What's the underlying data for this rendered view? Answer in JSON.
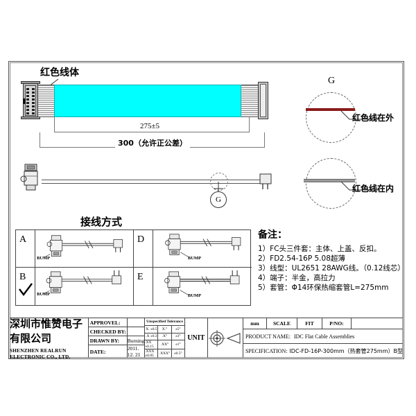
{
  "drawing": {
    "top_view": {
      "callout_red_cable": "红色线体",
      "dim_sleeve": "275±5",
      "dim_total": "300（允许正公差）"
    },
    "side_view": {
      "detail_bubble": "G"
    },
    "details": {
      "label": "G",
      "upper_note": "红色线在外",
      "lower_note": "红色线在内"
    },
    "wiring": {
      "title": "接线方式",
      "bump_label": "BUMP",
      "rows": [
        {
          "left_code": "A",
          "left_checked": false,
          "right_code": "D",
          "right_checked": false
        },
        {
          "left_code": "B",
          "left_checked": true,
          "right_code": "E",
          "right_checked": false
        }
      ]
    },
    "notes": {
      "title": "备注：",
      "items": [
        "1）FC头三件套：主体、上盖、反扣。",
        "2）FD2.54-16P  5.08超薄",
        "3）线型：UL2651  28AWG线。（0.12线芯）",
        "4）端子：半金，高拉力",
        "5）套管：Φ14环保热缩套管L=275mm"
      ]
    }
  },
  "title_block": {
    "company_cn": "深圳市惟赞电子有限公司",
    "company_en": "SHENZHEN REALRUN ELECTRONIC CO., LTD.",
    "approval_rows": [
      {
        "key": "APPROVEL:",
        "value": ""
      },
      {
        "key": "CHECKED BY:",
        "value": ""
      },
      {
        "key": "DRAWN BY:",
        "value": "Burning"
      },
      {
        "key": "DATE:",
        "value": "2011. 12. 21"
      }
    ],
    "tolerance": {
      "header": "Unspecified Tolerance",
      "rows": [
        [
          "X. ±0.5",
          "X.°",
          "±5°"
        ],
        [
          ".X ±0.3",
          ".X°",
          "±3°"
        ],
        [
          ".XX ±0.15",
          ".XX°",
          "±1°"
        ],
        [
          ".XXX ±0.05",
          ".XXX°",
          "±0.5°"
        ]
      ]
    },
    "unit_label": "UNIT",
    "unit_value": "mm",
    "scale_label": "SCALE",
    "scale_value": "FIT",
    "pno_label": "P/NO:",
    "pno_value": "",
    "product_name_label": "PRODUCT NAME:",
    "product_name_value": "IDC Flat Cable Assemblies",
    "specification_label": "SPECIFICATION:",
    "specification_value": "IDC-FD-16P-300mm（热套管275mm）B型"
  },
  "colors": {
    "sleeve_cyan": "#00ffff",
    "red_wire": "#8b1a1a",
    "line": "#444444"
  }
}
